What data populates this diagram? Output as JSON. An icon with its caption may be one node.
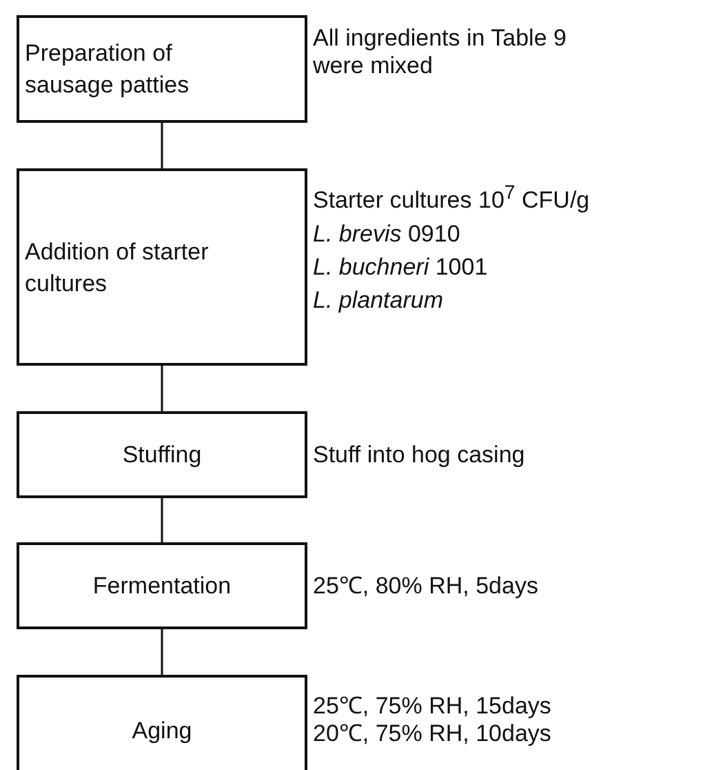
{
  "diagram": {
    "nodes": [
      {
        "text": [
          "Preparation of sausage patties"
        ],
        "beside": [
          "All ingredients in Table 9 were mixed"
        ]
      },
      {
        "text": [
          "Addition of starter cultures"
        ],
        "beside": [
          "Starter cultures 10$^{7}$ CFU/g",
          "*L. brevis* 0910",
          "*L. buchneri* 1001",
          "*L. plantarum*"
        ]
      },
      {
        "text": [
          "Stuffing"
        ],
        "beside": [
          "Stuff into hog casing"
        ]
      },
      {
        "text": [
          "Fermentation"
        ],
        "beside": [
          "25℃, 80% RH, 5days"
        ]
      },
      {
        "text": [
          "Aging"
        ],
        "beside": [
          "25℃, 75% RH, 15days",
          "20℃, 75% RH, 10days"
        ]
      }
    ],
    "edges": [
      {
        "from": 0,
        "to": 1,
        "arrow": "none"
      },
      {
        "from": 1,
        "to": 2,
        "arrow": "none"
      },
      {
        "from": 2,
        "to": 3,
        "arrow": "none"
      },
      {
        "from": 3,
        "to": 4,
        "arrow": "none"
      }
    ]
  }
}
